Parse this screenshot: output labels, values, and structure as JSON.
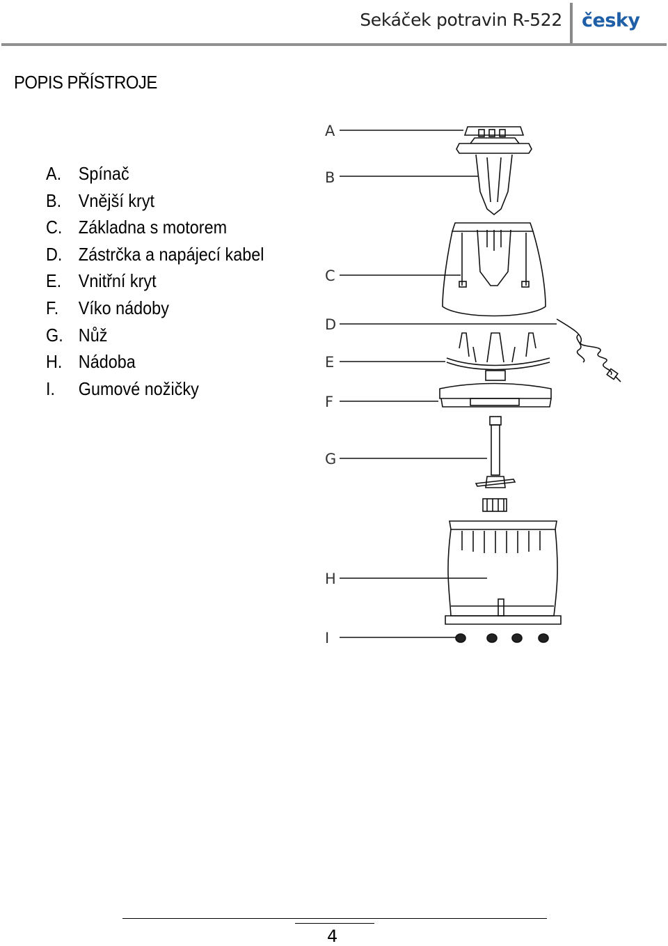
{
  "header": {
    "title": "Sekáček potravin R-522",
    "language": "česky",
    "accent_color": "#1e5fa8"
  },
  "section": {
    "title": "POPIS PŘÍSTROJE"
  },
  "parts": [
    {
      "letter": "A.",
      "name": "Spínač"
    },
    {
      "letter": "B.",
      "name": "Vnější kryt"
    },
    {
      "letter": "C.",
      "name": "Základna s motorem"
    },
    {
      "letter": "D.",
      "name": "Zástrčka a napájecí kabel"
    },
    {
      "letter": "E.",
      "name": "Vnitřní kryt"
    },
    {
      "letter": "F.",
      "name": "Víko nádoby"
    },
    {
      "letter": "G.",
      "name": "Nůž"
    },
    {
      "letter": "H.",
      "name": "Nádoba"
    },
    {
      "letter": "I.",
      "name": "Gumové nožičky"
    }
  ],
  "diagram": {
    "labels": [
      "A",
      "B",
      "C",
      "D",
      "E",
      "F",
      "G",
      "H",
      "I"
    ]
  },
  "footer": {
    "page_number": "4"
  }
}
